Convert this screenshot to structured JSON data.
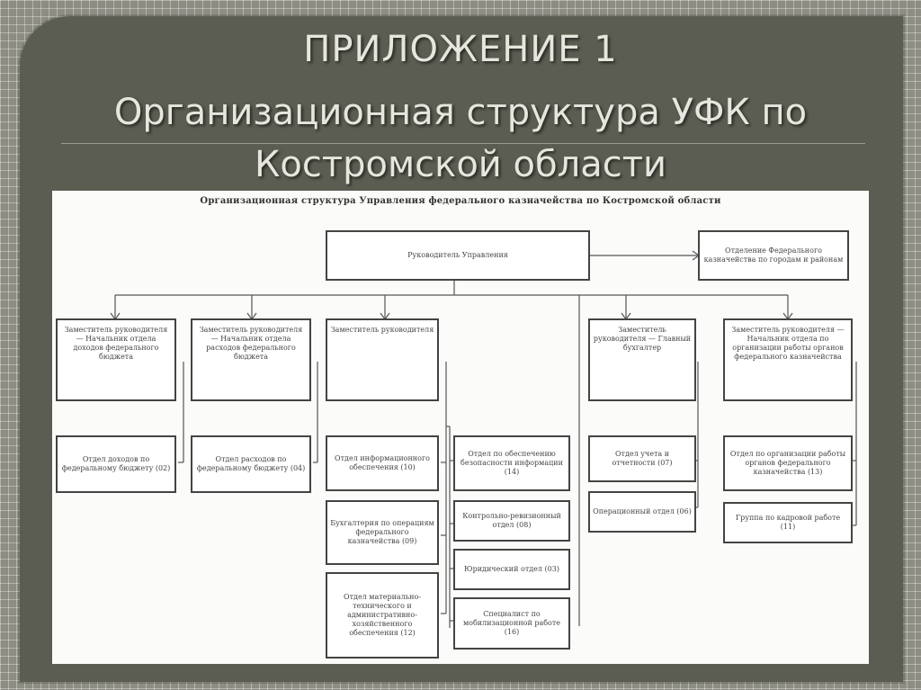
{
  "slide": {
    "title_line1": "ПРИЛОЖЕНИЕ 1",
    "title_line2": "Организационная структура УФК по",
    "title_line3": "Костромской области"
  },
  "diagram": {
    "heading": "Организационная структура Управления федерального казначейства по Костромской области",
    "head": "Руководитель Управления",
    "head_side": "Отделение Федерального казначейства по городам и районам",
    "deputies": [
      "Заместитель руководителя — Начальник отдела доходов федерального бюджета",
      "Заместитель руководителя — Начальник отдела расходов федерального бюджета",
      "Заместитель руководителя",
      "Заместитель руководителя — Главный бухгалтер",
      "Заместитель руководителя — Начальник отдела по организации работы органов федерального казначейства"
    ],
    "col1": [
      "Отдел доходов по федеральному бюджету (02)"
    ],
    "col2": [
      "Отдел расходов по федеральному бюджету (04)"
    ],
    "col3": [
      "Отдел информационного обеспечения (10)",
      "Бухгалтерия по операциям федерального казначейства (09)",
      "Отдел материально-технического и административно-хозяйственного обеспечения (12)"
    ],
    "col4": [
      "Отдел по обеспечению безопасности информации (14)",
      "Контрольно-ревизионный отдел (08)",
      "Юридический отдел (03)",
      "Специалист по мобилизационной работе (16)"
    ],
    "col5": [
      "Отдел учета и отчетности (07)",
      "Операционный отдел (06)"
    ],
    "col6": [
      "Отдел по организации работы органов федерального казначейства (13)",
      "Группа по кадровой работе (11)"
    ]
  }
}
